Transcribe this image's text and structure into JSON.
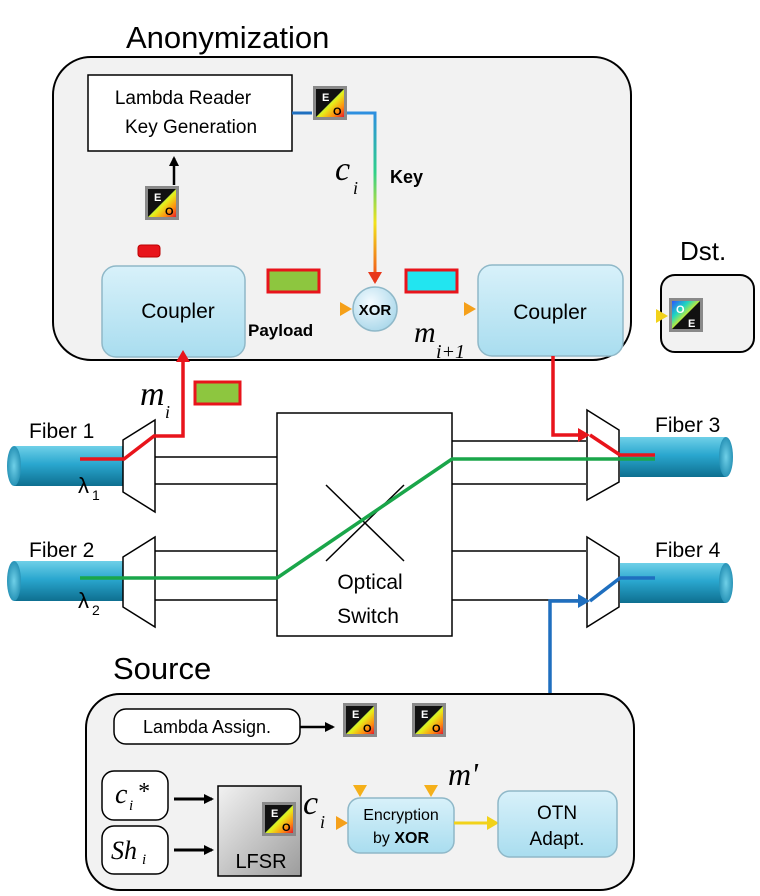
{
  "sections": {
    "anonymization": "Anonymization",
    "source": "Source",
    "destination": "Dst."
  },
  "anonymization": {
    "reader_line1": "Lambda Reader",
    "reader_line2": "Key Generation",
    "coupler_left": "Coupler",
    "coupler_right": "Coupler",
    "xor": "XOR",
    "payload": "Payload",
    "key": "Key",
    "c_label": "c",
    "c_sub": "i",
    "m_label": "m",
    "m_sub": "i+1"
  },
  "fibers": {
    "fiber1": "Fiber 1",
    "fiber2": "Fiber 2",
    "fiber3": "Fiber 3",
    "fiber4": "Fiber 4",
    "lambda1": "λ",
    "lambda1_sub": "1",
    "lambda2": "λ",
    "lambda2_sub": "2",
    "m_label": "m",
    "m_sub": "i"
  },
  "switch": {
    "line1": "Optical",
    "line2": "Switch"
  },
  "source": {
    "lambda_assign": "Lambda Assign.",
    "ci_star_c": "c",
    "ci_star_sub": "i",
    "ci_star_suffix": "*",
    "sh_label": "Sh",
    "sh_sub": "i",
    "lfsr": "LFSR",
    "c_label": "c",
    "c_sub": "i",
    "encryption_line1": "Encryption",
    "encryption_by": "by ",
    "encryption_xor": "XOR",
    "m_prime": "m'",
    "otn_line1": "OTN",
    "otn_line2": "Adapt."
  },
  "eo_converter": {
    "e_letter": "E",
    "o_letter": "O"
  },
  "colors": {
    "red": "#e8141b",
    "green": "#1aa64a",
    "blue": "#1f6fbf",
    "coupler_fill": "#bfe6f3",
    "panel_fill": "#f2f2f2",
    "cyan_box": "#22e5f0",
    "green_box": "#8dc63f"
  }
}
